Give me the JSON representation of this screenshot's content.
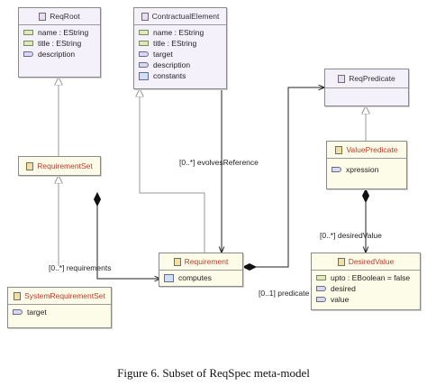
{
  "classes": {
    "req_root": {
      "name": "ReqRoot",
      "attrs": [
        "name : EString",
        "title : EString",
        "description"
      ]
    },
    "contractual_element": {
      "name": "ContractualElement",
      "attrs": [
        "name : EString",
        "title : EString",
        "target",
        "description",
        "constants"
      ]
    },
    "req_predicate": {
      "name": "ReqPredicate"
    },
    "requirement_set": {
      "name": "RequirementSet"
    },
    "value_predicate": {
      "name": "ValuePredicate",
      "attrs": [
        "xpression"
      ]
    },
    "requirement": {
      "name": "Requirement",
      "attrs": [
        "computes"
      ]
    },
    "desired_value": {
      "name": "DesiredValue",
      "attrs": [
        "upto : EBoolean = false",
        "desired",
        "value"
      ]
    },
    "system_requirement_set": {
      "name": "SystemRequirementSet",
      "attrs": [
        "target"
      ]
    }
  },
  "edges": {
    "evolves_reference": "[0..*] evolvesReference",
    "desired_value": "[0..*] desiredValue",
    "requirements": "[0..*] requirements",
    "predicate": "[0..1] predicate"
  },
  "caption": "Figure 6. Subset of ReqSpec meta-model",
  "colors": {
    "class_fill": "#fdfce8",
    "abstract_fill": "#f4f1fb",
    "class_name": "#c0392b",
    "line": "#333333",
    "generalization": "#9a9a9a"
  },
  "icons": {
    "class": "eclass-icon",
    "attribute": "eattribute-icon",
    "reference": "ereference-icon",
    "containment": "containment-icon"
  }
}
